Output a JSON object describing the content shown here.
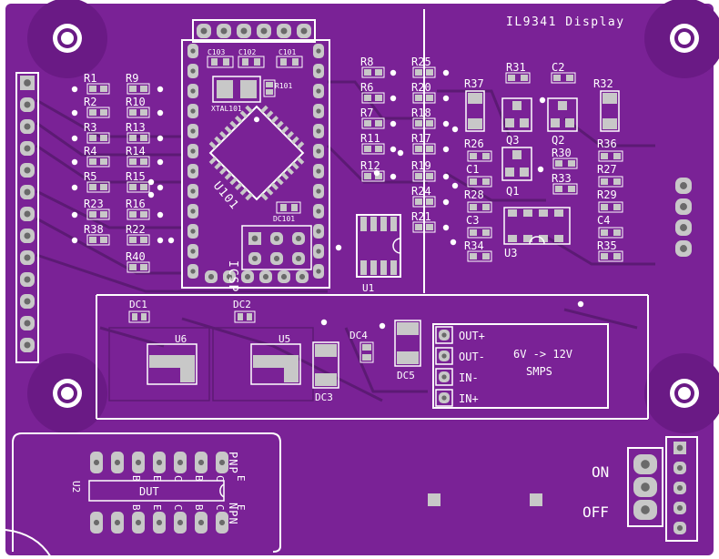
{
  "colors": {
    "board": "#7a2296",
    "board_dark": "#5f1578",
    "silk": "#ffffff",
    "pad": "#c8c8c8",
    "pad_hole": "#6a6a6a",
    "trace": "#5c1a74"
  },
  "titles": {
    "display": "IL9341 Display",
    "smps": "SMPS",
    "smps_range": "6V -> 12V",
    "icsp": "ICSP",
    "dut": "DUT",
    "pnp": "PNP",
    "npn": "NPN",
    "on": "ON",
    "off": "OFF"
  },
  "smps_pins": [
    "OUT+",
    "OUT-",
    "IN-",
    "IN+"
  ],
  "resistors_left": [
    {
      "label": "R1"
    },
    {
      "label": "R2"
    },
    {
      "label": "R3"
    },
    {
      "label": "R4"
    },
    {
      "label": "R5"
    },
    {
      "label": "R23"
    },
    {
      "label": "R38"
    }
  ],
  "resistors_left2": [
    {
      "label": "R9"
    },
    {
      "label": "R10"
    },
    {
      "label": "R13"
    },
    {
      "label": "R14"
    },
    {
      "label": "R15"
    },
    {
      "label": "R16"
    },
    {
      "label": "R22"
    },
    {
      "label": "R40"
    }
  ],
  "resistors_mid": [
    {
      "label": "R8"
    },
    {
      "label": "R6"
    },
    {
      "label": "R7"
    },
    {
      "label": "R11"
    },
    {
      "label": "R12"
    }
  ],
  "resistors_mid2": [
    {
      "label": "R25"
    },
    {
      "label": "R20"
    },
    {
      "label": "R18"
    },
    {
      "label": "R17"
    },
    {
      "label": "R19"
    },
    {
      "label": "R24"
    },
    {
      "label": "R21"
    }
  ],
  "right_parts": {
    "r37": "R37",
    "r26": "R26",
    "c1": "C1",
    "r28": "R28",
    "c3": "C3",
    "r34": "R34",
    "r31": "R31",
    "c2": "C2",
    "q3": "Q3",
    "q2": "Q2",
    "q1": "Q1",
    "r30": "R30",
    "r33": "R33",
    "u3": "U3",
    "r32": "R32",
    "r36": "R36",
    "r27": "R27",
    "r29": "R29",
    "c4": "C4",
    "r35": "R35"
  },
  "mcu": {
    "c103": "C103",
    "c102": "C102",
    "c101": "C101",
    "xtal": "XTAL101",
    "r101": "R101",
    "u101": "U101",
    "dc101": "DC101"
  },
  "u1": "U1",
  "power_parts": {
    "dc1": "DC1",
    "dc2": "DC2",
    "u6": "U6",
    "u5": "U5",
    "dc3": "DC3",
    "dc4": "DC4",
    "dc5": "DC5"
  },
  "u2": "U2",
  "dut_pins_top": [
    "B",
    "E",
    "C",
    "B",
    "C",
    "E"
  ],
  "dut_pins_bottom": [
    "B",
    "E",
    "C",
    "B",
    "C",
    "E"
  ]
}
